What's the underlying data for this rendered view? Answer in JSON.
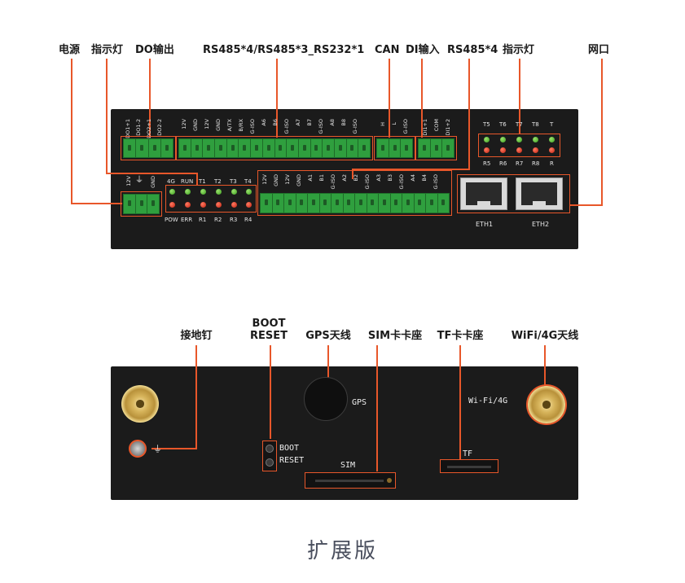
{
  "front_callouts": {
    "power": "电源",
    "indicator_left": "指示灯",
    "do_output": "DO输出",
    "rs485": "RS485*4/RS485*3_RS232*1",
    "can": "CAN",
    "di_input": "DI输入",
    "rs485_4": "RS485*4",
    "indicator_right": "指示灯",
    "network_port": "网口"
  },
  "front_silk": {
    "do_pins": [
      "DO1+1",
      "DO1-2",
      "DO2+1",
      "DO2-2"
    ],
    "serial_top": [
      "12V",
      "GND",
      "12V",
      "GND",
      "A/TX",
      "B/RX",
      "G-ISO",
      "A6",
      "B6",
      "G-ISO",
      "A7",
      "B7",
      "G-ISO",
      "A8",
      "B8",
      "G-ISO"
    ],
    "can_pins": [
      "H",
      "L",
      "G-ISO"
    ],
    "di_pins": [
      "DI1+1",
      "COM",
      "DI1+2"
    ],
    "power_pins": [
      "12V",
      "⏚",
      "GND"
    ],
    "serial_bottom": [
      "12V",
      "GND",
      "12V",
      "GND",
      "A1",
      "B1",
      "G-ISO",
      "A2",
      "B2",
      "G-ISO",
      "A3",
      "B3",
      "G-ISO",
      "A4",
      "B4",
      "G-ISO"
    ],
    "leds_left_top": [
      "4G",
      "RUN",
      "T1",
      "T2",
      "T3",
      "T4"
    ],
    "leds_left_bottom": [
      "POW",
      "ERR",
      "R1",
      "R2",
      "R3",
      "R4"
    ],
    "leds_right_top": [
      "T5",
      "T6",
      "T7",
      "T8",
      "T"
    ],
    "leds_right_bottom": [
      "R5",
      "R6",
      "R7",
      "R8",
      "R"
    ],
    "eth1": "ETH1",
    "eth2": "ETH2"
  },
  "back_callouts": {
    "ground_stud": "接地钉",
    "boot_reset_line1": "BOOT",
    "boot_reset_line2": "RESET",
    "gps_antenna": "GPS天线",
    "sim_slot": "SIM卡卡座",
    "tf_slot": "TF卡卡座",
    "wifi_antenna": "WiFi/4G天线"
  },
  "back_silk": {
    "gps": "GPS",
    "wifi": "Wi-Fi/4G",
    "boot": "BOOT",
    "reset": "RESET",
    "sim": "SIM",
    "tf": "TF",
    "ground_symbol": "⏚"
  },
  "title": "扩展版",
  "colors": {
    "accent": "#e8572a",
    "panel": "#1b1b1b",
    "terminal": "#2f9f3e",
    "title": "#4a4f5e"
  }
}
